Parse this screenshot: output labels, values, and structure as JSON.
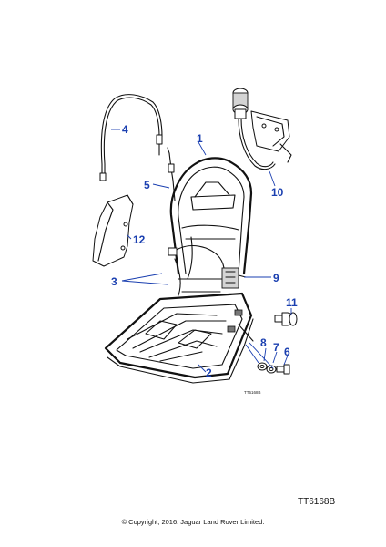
{
  "callouts": {
    "c1": "1",
    "c2": "2",
    "c3": "3",
    "c4": "4",
    "c5": "5",
    "c6": "6",
    "c7": "7",
    "c8": "8",
    "c9": "9",
    "c10": "10",
    "c11": "11",
    "c12": "12"
  },
  "inline_code": "TT6168B",
  "drawing_code": "TT6168B",
  "copyright": "© Copyright, 2016. Jaguar Land Rover Limited.",
  "colors": {
    "callout": "#1a3fb0",
    "line": "#111111"
  }
}
